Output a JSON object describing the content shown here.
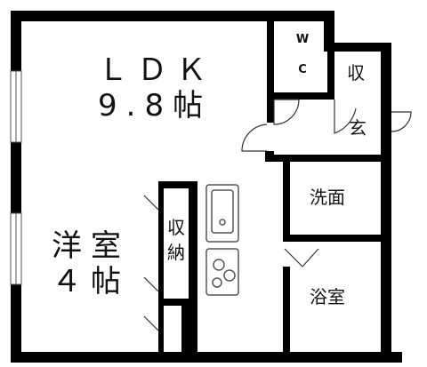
{
  "rooms": {
    "ldk": {
      "name": "ＬＤＫ",
      "size": "9.8帖"
    },
    "western": {
      "name": "洋室",
      "size": "４帖"
    },
    "wc": {
      "line1": "W",
      "line2": "C"
    },
    "storage_top": "収",
    "entrance": "玄",
    "washroom": "洗面",
    "bathroom": "浴室",
    "closet": {
      "line1": "収",
      "line2": "納"
    }
  },
  "colors": {
    "wall": "#000000",
    "background": "#ffffff",
    "fixture": "#555555"
  }
}
